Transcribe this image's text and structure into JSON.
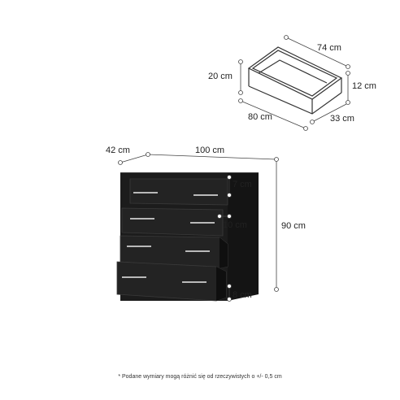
{
  "drawer_box": {
    "length": "74 cm",
    "height": "20 cm",
    "front_height": "12 cm",
    "width": "80 cm",
    "depth": "33 cm"
  },
  "dresser": {
    "depth": "42 cm",
    "width": "100 cm",
    "height": "90 cm",
    "top_gap": "7 cm",
    "drawer_gap": "10 cm",
    "bottom_gap": "8 cm"
  },
  "footnote": "* Podane wymiary mogą różnić się od rzeczywistych o +/- 0,5 cm",
  "colors": {
    "body": "#1c1c1c",
    "drawer_front": "#222222",
    "handle": "#b9b9b9",
    "line": "#444444"
  }
}
